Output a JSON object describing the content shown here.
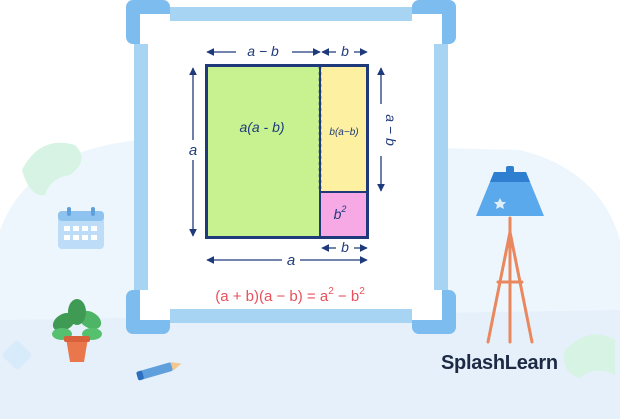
{
  "labels": {
    "top_a_minus_b": "a − b",
    "top_b": "b",
    "left_a": "a",
    "right_a_minus_b": "a − b",
    "bottom_a": "a",
    "bottom_b": "b",
    "region_main": "a(a - b)",
    "region_strip": "b(a−b)",
    "region_square_base": "b",
    "region_square_exp": "2"
  },
  "formula": {
    "lhs": "(a + b)(a − b) = a",
    "exp1": "2",
    "mid": " − b",
    "exp2": "2"
  },
  "brand": "SplashLearn",
  "colors": {
    "green": "#c7f28f",
    "yellow": "#fdf0a0",
    "pink": "#f6a9e4",
    "frame": "#a8d4f4",
    "frame_dark": "#7dbcee",
    "formula": "#e8505b",
    "ink": "#1f3a7a"
  },
  "icons": [
    "calendar-icon",
    "lamp-icon",
    "plant-icon",
    "pencil-icon"
  ]
}
